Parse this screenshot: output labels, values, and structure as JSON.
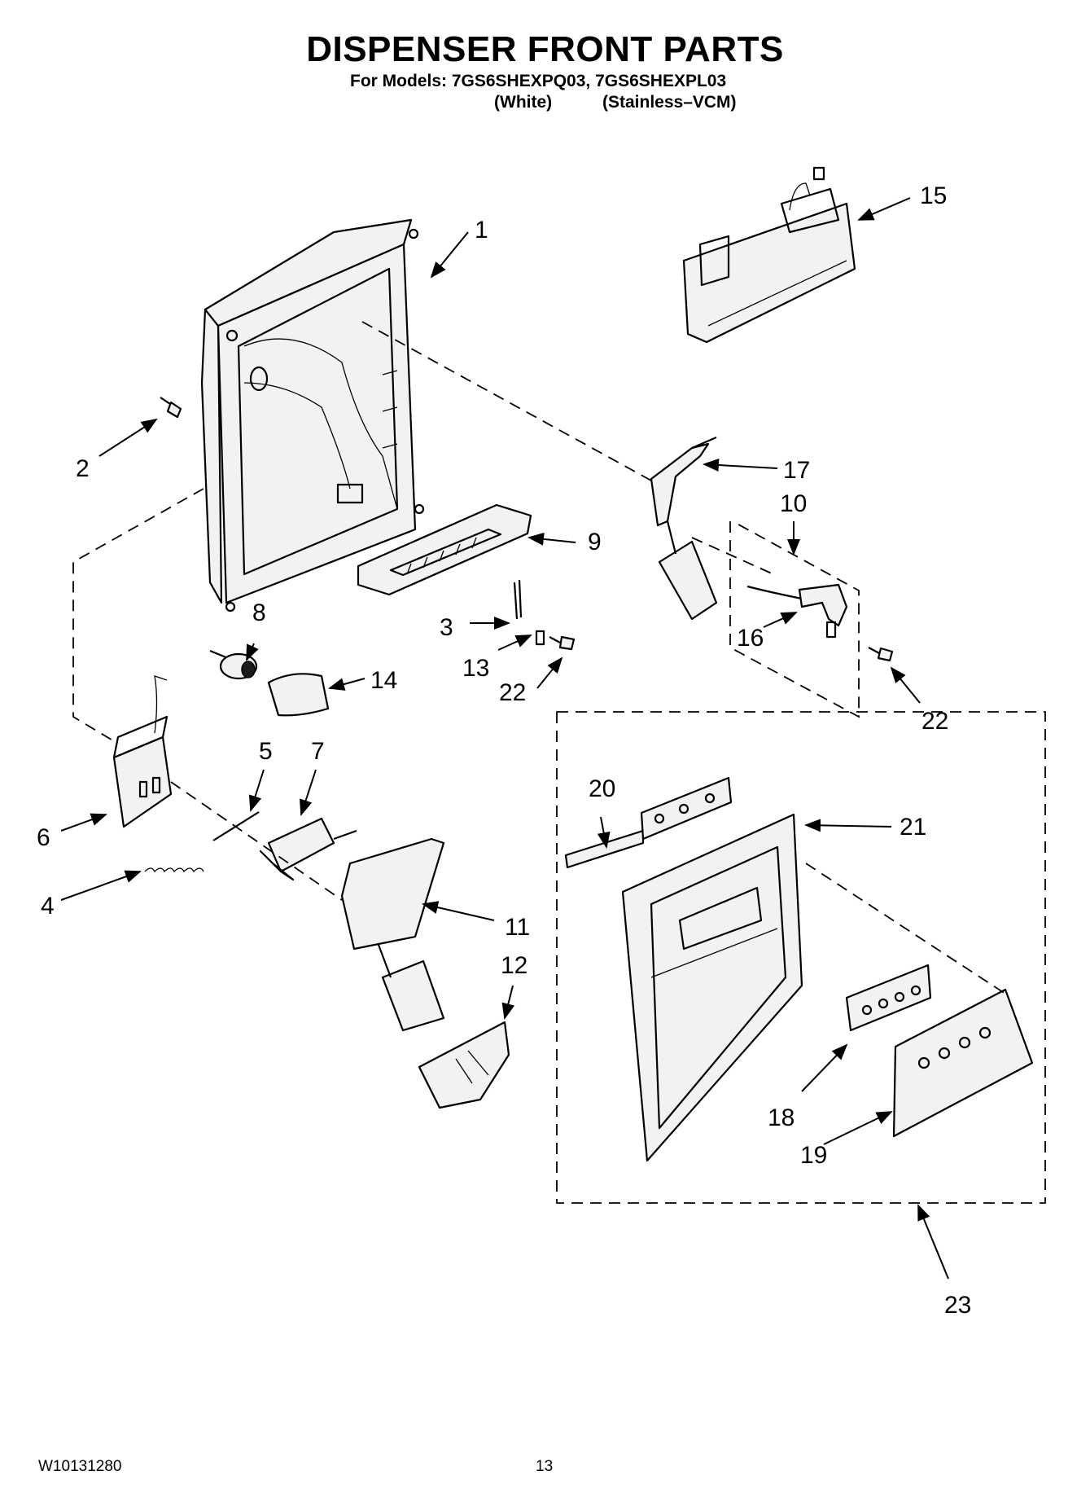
{
  "header": {
    "title": "DISPENSER FRONT PARTS",
    "models_line": "For Models: 7GS6SHEXPQ03, 7GS6SHEXPL03",
    "variant_white": "(White)",
    "variant_stainless": "(Stainless–VCM)"
  },
  "callouts": {
    "c1": "1",
    "c2": "2",
    "c3": "3",
    "c4": "4",
    "c5": "5",
    "c6": "6",
    "c7": "7",
    "c8": "8",
    "c9": "9",
    "c10": "10",
    "c11": "11",
    "c12": "12",
    "c13": "13",
    "c14": "14",
    "c15": "15",
    "c16": "16",
    "c17": "17",
    "c18": "18",
    "c19": "19",
    "c20": "20",
    "c21": "21",
    "c22a": "22",
    "c22b": "22",
    "c23": "23"
  },
  "footer": {
    "doc_number": "W10131280",
    "page_number": "13"
  },
  "colors": {
    "ink": "#000000",
    "paper": "#ffffff",
    "part_shade": "#f2f2f2"
  }
}
